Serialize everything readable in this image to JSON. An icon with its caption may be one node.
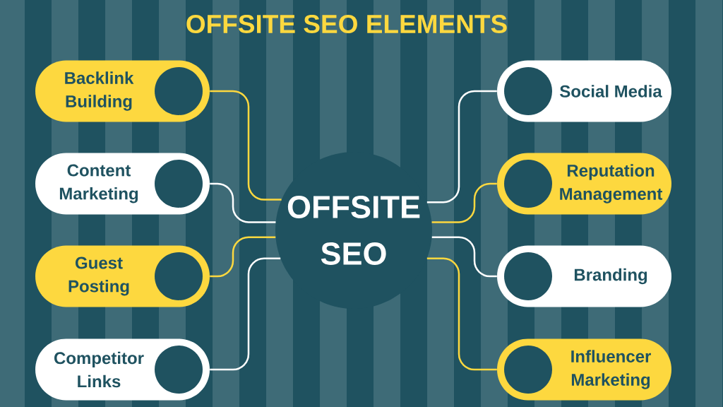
{
  "diagram": {
    "title": "OFFSITE SEO ELEMENTS",
    "nodes": [
      {
        "text": [
          "Backlink Building"
        ]
      },
      {
        "text": [
          "Content Marketing"
        ]
      },
      {
        "text": [
          "Guest Posting"
        ]
      },
      {
        "text": [
          "Competitor Links"
        ]
      },
      {
        "text": [
          "OFFSITE SEO"
        ]
      },
      {
        "text": [
          "Social Media"
        ]
      },
      {
        "text": [
          "Reputation Management"
        ]
      },
      {
        "text": [
          "Branding"
        ]
      },
      {
        "text": [
          "Influencer Marketing"
        ]
      }
    ],
    "edges": [
      {
        "from": 4,
        "to": 0,
        "arrow": "none",
        "color": "#fdd83f"
      },
      {
        "from": 4,
        "to": 1,
        "arrow": "none",
        "color": "#ffffff"
      },
      {
        "from": 4,
        "to": 2,
        "arrow": "none",
        "color": "#fdd83f"
      },
      {
        "from": 4,
        "to": 3,
        "arrow": "none",
        "color": "#ffffff"
      },
      {
        "from": 4,
        "to": 5,
        "arrow": "none",
        "color": "#ffffff"
      },
      {
        "from": 4,
        "to": 6,
        "arrow": "none",
        "color": "#fdd83f"
      },
      {
        "from": 4,
        "to": 7,
        "arrow": "none",
        "color": "#ffffff"
      },
      {
        "from": 4,
        "to": 8,
        "arrow": "none",
        "color": "#fdd83f"
      }
    ]
  }
}
